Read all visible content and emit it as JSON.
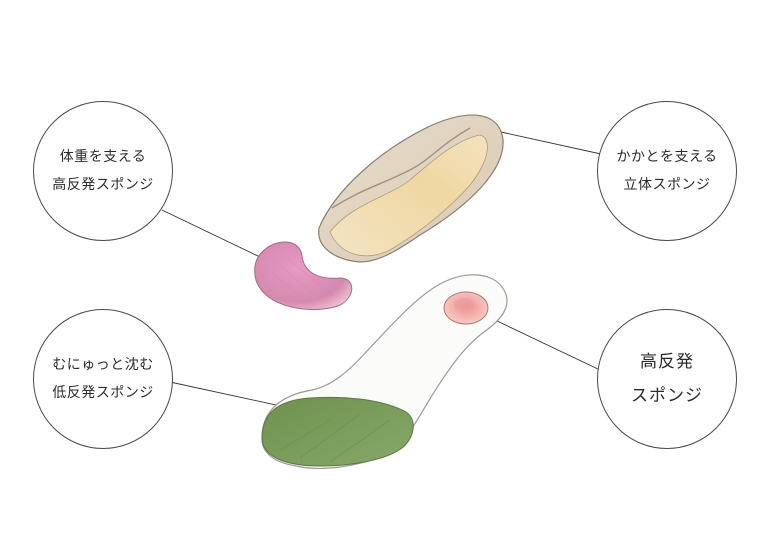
{
  "labels": {
    "top_left": {
      "line1": "体重を支える",
      "line2": "高反発スポンジ"
    },
    "top_right": {
      "line1": "かかとを支える",
      "line2": "立体スポンジ"
    },
    "bottom_left": {
      "line1": "むにゅっと沈む",
      "line2": "低反発スポンジ"
    },
    "bottom_right": {
      "line1": "高反発",
      "line2": "スポンジ"
    }
  },
  "colors": {
    "outline": "#4a4a4a",
    "heel_cup": "#e9dcc8",
    "heel_pad": "#f1d9a8",
    "metatarsal_pad": "#d98fb4",
    "forefoot_sponge": "#7a9c5a",
    "heel_dot": "#e7a5a8"
  }
}
